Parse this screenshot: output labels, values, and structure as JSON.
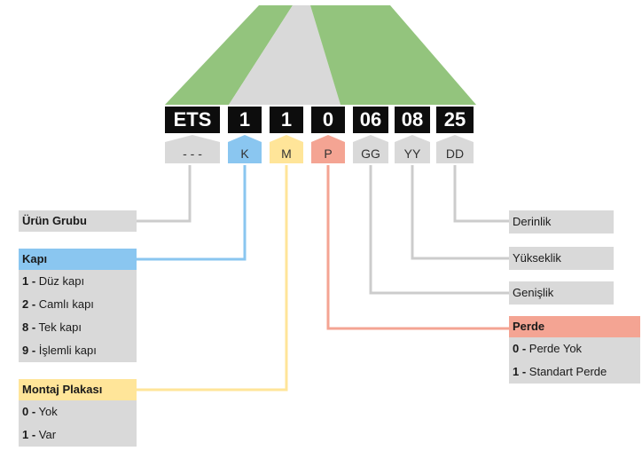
{
  "code": {
    "segments": [
      {
        "value": "ETS",
        "tag": "- - -"
      },
      {
        "value": "1",
        "tag": "K"
      },
      {
        "value": "1",
        "tag": "M"
      },
      {
        "value": "0",
        "tag": "P"
      },
      {
        "value": "06",
        "tag": "GG"
      },
      {
        "value": "08",
        "tag": "YY"
      },
      {
        "value": "25",
        "tag": "DD"
      }
    ]
  },
  "colors": {
    "grass": "#93c47d",
    "road": "#d9d9d9",
    "kapi": "#8ac6f0",
    "montaj": "#ffe599",
    "perde": "#f4a493",
    "neutral": "#d9d9d9",
    "line_gray": "#cccccc"
  },
  "left_panels": {
    "urun": {
      "title": "Ürün Grubu"
    },
    "kapi": {
      "title": "Kapı",
      "options": [
        {
          "code": "1 -",
          "label": " Düz kapı"
        },
        {
          "code": "2 -",
          "label": " Camlı kapı"
        },
        {
          "code": "8 -",
          "label": " Tek kapı"
        },
        {
          "code": "9 -",
          "label": " İşlemli kapı"
        }
      ]
    },
    "montaj": {
      "title": "Montaj Plakası",
      "options": [
        {
          "code": "0 -",
          "label": " Yok"
        },
        {
          "code": "1 -",
          "label": " Var"
        }
      ]
    }
  },
  "right_panels": {
    "derinlik": {
      "title": "Derinlik"
    },
    "yukseklik": {
      "title": "Yükseklik"
    },
    "genislik": {
      "title": "Genişlik"
    },
    "perde": {
      "title": "Perde",
      "options": [
        {
          "code": "0 -",
          "label": " Perde Yok"
        },
        {
          "code": "1 -",
          "label": " Standart Perde"
        }
      ]
    }
  }
}
